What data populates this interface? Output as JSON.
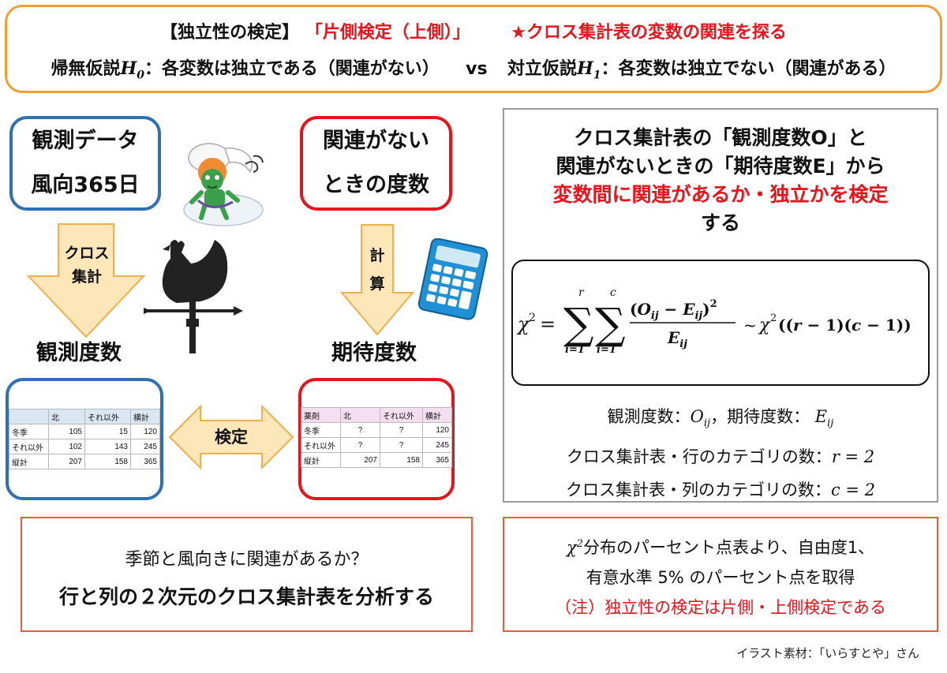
{
  "header": {
    "test_name": "【独立性の検定】",
    "test_type": "「片側検定（上側）」",
    "purpose": "★クロス集計表の変数の関連を探る",
    "h0_label": "帰無仮説",
    "h0_text": "：各変数は独立である（関連がない）",
    "vs": "vs",
    "h1_label": "対立仮説",
    "h1_text": "：各変数は独立でない（関連がある）"
  },
  "left": {
    "observed_box": {
      "line1": "観測データ",
      "line2": "風向365日"
    },
    "expected_box": {
      "line1": "関連がない",
      "line2": "ときの度数"
    },
    "arrow_cross": {
      "line1": "クロス",
      "line2": "集計"
    },
    "arrow_calc": {
      "line1": "計",
      "line2": "算"
    },
    "observed_label": "観測度数",
    "expected_label": "期待度数",
    "test_arrow_label": "検定"
  },
  "observed_table": {
    "headers": [
      "",
      "北",
      "それ以外",
      "横計"
    ],
    "rows": [
      [
        "冬季",
        "105",
        "15",
        "120"
      ],
      [
        "それ以外",
        "102",
        "143",
        "245"
      ],
      [
        "縦計",
        "207",
        "158",
        "365"
      ]
    ]
  },
  "expected_table": {
    "headers": [
      "薬剤",
      "北",
      "それ以外",
      "横計"
    ],
    "rows": [
      [
        "冬季",
        "?",
        "?",
        "120"
      ],
      [
        "それ以外",
        "?",
        "?",
        "245"
      ],
      [
        "縦計",
        "207",
        "158",
        "365"
      ]
    ]
  },
  "right": {
    "title_line1": "クロス集計表の「観測度数O」と",
    "title_line2": "関連がないときの「期待度数E」から",
    "title_line3": "変数間に関連があるか・独立かを検定",
    "title_line4": "する",
    "def_observed": "観測度数：",
    "def_expected": "，期待度数：",
    "def_rows": "クロス集計表・行のカテゴリの数：",
    "def_rows_value": "r = 2",
    "def_cols": "クロス集計表・列のカテゴリの数：",
    "def_cols_value": "c = 2"
  },
  "bottom_left": {
    "line1": "季節と風向きに関連があるか？",
    "line2": "行と列の２次元のクロス集計表を分析する"
  },
  "bottom_right": {
    "line1": "分布のパーセント点表より、自由度1、",
    "line2": "有意水準 5% のパーセント点を取得",
    "line3": "（注）独立性の検定は片側・上側検定である"
  },
  "credit": "イラスト素材：「いらすとや」さん",
  "colors": {
    "accent_orange": "#f0a030",
    "red": "#e8141c",
    "blue": "#2f6fb3",
    "arrow_fill": "#fde7b8",
    "arrow_stroke": "#f0b050"
  }
}
